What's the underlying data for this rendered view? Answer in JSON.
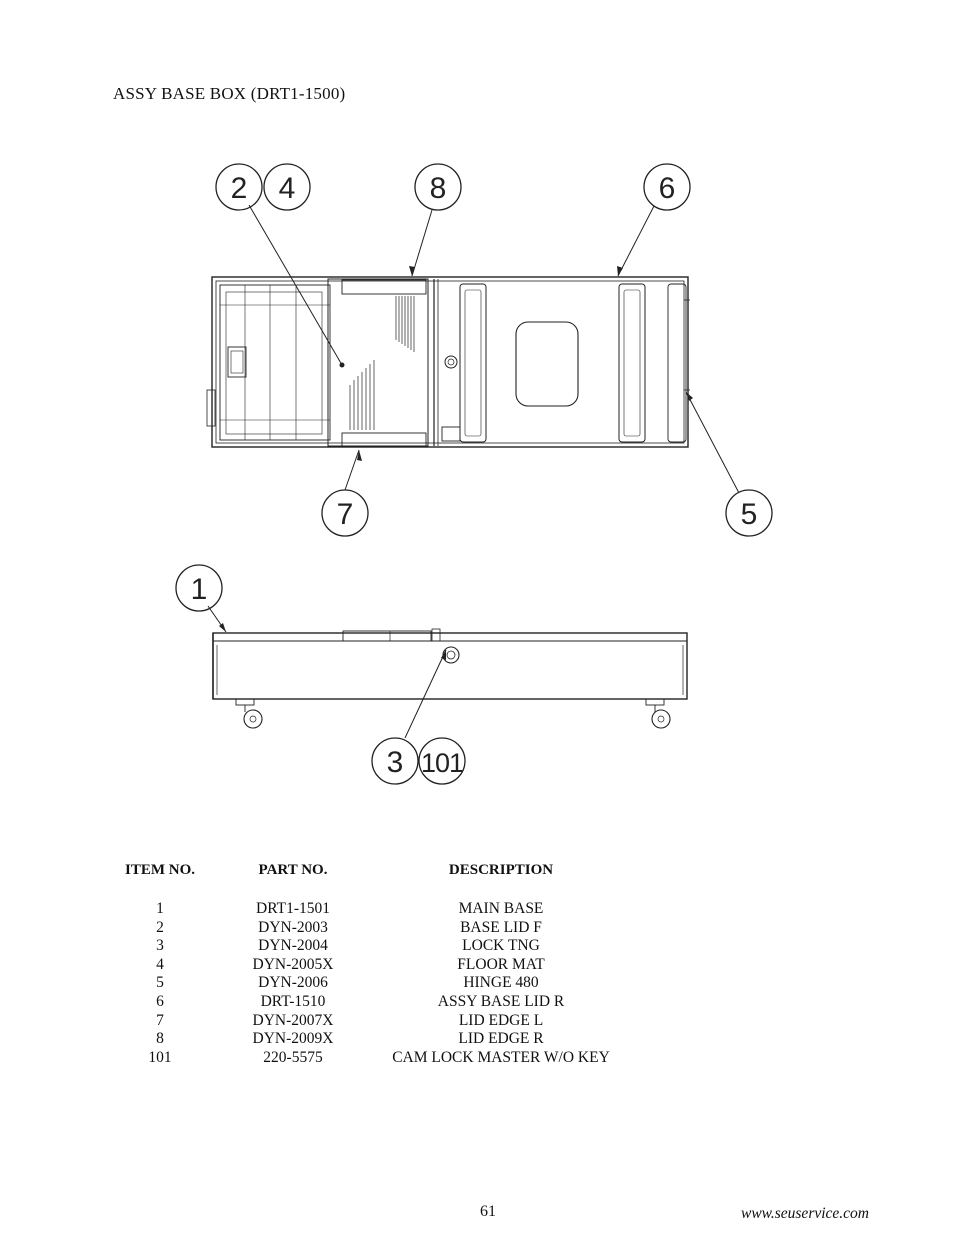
{
  "page": {
    "title": "ASSY BASE BOX (DRT1-1500)",
    "page_number": "61",
    "website": "www.seuservice.com"
  },
  "drawing": {
    "callouts": [
      "2",
      "4",
      "8",
      "6",
      "7",
      "5",
      "1",
      "3",
      "101"
    ]
  },
  "table": {
    "headers": {
      "item": "ITEM NO.",
      "part": "PART NO.",
      "description": "DESCRIPTION"
    },
    "rows": [
      {
        "item": "1",
        "part": "DRT1-1501",
        "description": "MAIN BASE"
      },
      {
        "item": "2",
        "part": "DYN-2003",
        "description": "BASE LID F"
      },
      {
        "item": "3",
        "part": "DYN-2004",
        "description": "LOCK TNG"
      },
      {
        "item": "4",
        "part": "DYN-2005X",
        "description": "FLOOR MAT"
      },
      {
        "item": "5",
        "part": "DYN-2006",
        "description": "HINGE 480"
      },
      {
        "item": "6",
        "part": "DRT-1510",
        "description": "ASSY BASE LID R"
      },
      {
        "item": "7",
        "part": "DYN-2007X",
        "description": "LID EDGE L"
      },
      {
        "item": "8",
        "part": "DYN-2009X",
        "description": "LID EDGE R"
      },
      {
        "item": "101",
        "part": "220-5575",
        "description": "CAM LOCK MASTER W/O KEY"
      }
    ]
  }
}
